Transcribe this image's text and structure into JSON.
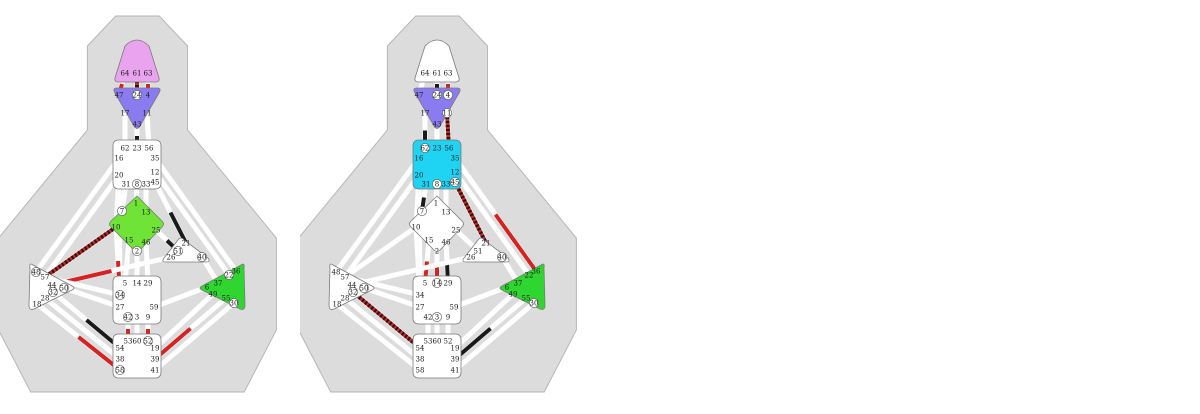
{
  "colors": {
    "background": "#ffffff",
    "silhouette": "#dcdcdc",
    "silhouette_edge": "#b5b5b5",
    "channel_open": "#ffffff",
    "activation_black": "#1a1a1a",
    "activation_red": "#d42323",
    "center_blank": "#ffffff",
    "head_pink": "#e9a3ef",
    "ajna_purple": "#8a7cf0",
    "g_green": "#6fe336",
    "solar_green": "#2fd62f",
    "throat_cyan": "#1fd3f2"
  },
  "charts": [
    {
      "id": "left",
      "center_fills": {
        "head": "head_pink",
        "ajna": "ajna_purple",
        "throat": "center_blank",
        "g": "g_green",
        "heart": "center_blank",
        "spleen": "center_blank",
        "solar": "solar_green",
        "sacral": "center_blank",
        "root": "center_blank"
      },
      "gates": [
        {
          "id": "64",
          "t": "64"
        },
        {
          "id": "61",
          "t": "61"
        },
        {
          "id": "63",
          "t": "63"
        },
        {
          "id": "47",
          "t": "47"
        },
        {
          "id": "24",
          "t": "24",
          "circled": true
        },
        {
          "id": "4",
          "t": "4"
        },
        {
          "id": "17",
          "t": "17"
        },
        {
          "id": "11",
          "t": "11"
        },
        {
          "id": "43",
          "t": "43"
        },
        {
          "id": "62",
          "t": "62"
        },
        {
          "id": "23",
          "t": "23"
        },
        {
          "id": "56",
          "t": "56"
        },
        {
          "id": "16",
          "t": "16"
        },
        {
          "id": "35",
          "t": "35"
        },
        {
          "id": "20",
          "t": "20"
        },
        {
          "id": "12",
          "t": "12"
        },
        {
          "id": "31",
          "t": "31"
        },
        {
          "id": "8",
          "t": "8",
          "circled": true
        },
        {
          "id": "33",
          "t": "33"
        },
        {
          "id": "45",
          "t": "45"
        },
        {
          "id": "1",
          "t": "1"
        },
        {
          "id": "7",
          "t": "7",
          "circled": true
        },
        {
          "id": "13",
          "t": "13"
        },
        {
          "id": "10",
          "t": "10"
        },
        {
          "id": "25",
          "t": "25"
        },
        {
          "id": "15",
          "t": "15"
        },
        {
          "id": "46",
          "t": "46"
        },
        {
          "id": "2",
          "t": "2",
          "circled": true
        },
        {
          "id": "21",
          "t": "21"
        },
        {
          "id": "51",
          "t": "51",
          "circled": true
        },
        {
          "id": "26",
          "t": "26"
        },
        {
          "id": "40",
          "t": "40",
          "circled": true
        },
        {
          "id": "48",
          "t": "48",
          "circled": true
        },
        {
          "id": "57",
          "t": "57"
        },
        {
          "id": "44",
          "t": "44"
        },
        {
          "id": "50",
          "t": "50",
          "circled": true
        },
        {
          "id": "32",
          "t": "32",
          "circled": true
        },
        {
          "id": "28",
          "t": "28"
        },
        {
          "id": "18",
          "t": "18"
        },
        {
          "id": "36",
          "t": "36"
        },
        {
          "id": "22",
          "t": "22",
          "circled": true
        },
        {
          "id": "37",
          "t": "37"
        },
        {
          "id": "6",
          "t": "6"
        },
        {
          "id": "49",
          "t": "49"
        },
        {
          "id": "55",
          "t": "55"
        },
        {
          "id": "30",
          "t": "30",
          "circled": true
        },
        {
          "id": "5",
          "t": "5"
        },
        {
          "id": "14",
          "t": "14"
        },
        {
          "id": "29",
          "t": "29"
        },
        {
          "id": "34",
          "t": "34",
          "circled": true
        },
        {
          "id": "27",
          "t": "27"
        },
        {
          "id": "59",
          "t": "59"
        },
        {
          "id": "42",
          "t": "42",
          "circled": true
        },
        {
          "id": "3",
          "t": "3"
        },
        {
          "id": "9",
          "t": "9"
        },
        {
          "id": "53",
          "t": "53"
        },
        {
          "id": "60",
          "t": "60"
        },
        {
          "id": "52",
          "t": "52",
          "circled": true
        },
        {
          "id": "54",
          "t": "54"
        },
        {
          "id": "19",
          "t": "19"
        },
        {
          "id": "38",
          "t": "38"
        },
        {
          "id": "39",
          "t": "39"
        },
        {
          "id": "58",
          "t": "58",
          "circled": true
        },
        {
          "id": "41",
          "t": "41"
        }
      ],
      "channels": [
        {
          "name": "64-47",
          "activation": "red"
        },
        {
          "name": "61-24",
          "activation": "split"
        },
        {
          "name": "63-4",
          "activation": "red"
        },
        {
          "name": "17-62",
          "activation": "none"
        },
        {
          "name": "43-23",
          "activation": "black"
        },
        {
          "name": "11-56",
          "activation": "none"
        },
        {
          "name": "16-48",
          "activation": "none"
        },
        {
          "name": "20-57",
          "activation": "none"
        },
        {
          "name": "20-34",
          "activation": "none"
        },
        {
          "name": "10-20",
          "activation": "none"
        },
        {
          "name": "31-7",
          "activation": "none"
        },
        {
          "name": "8-1",
          "activation": "none"
        },
        {
          "name": "33-13",
          "activation": "none"
        },
        {
          "name": "45-21",
          "activation": "black"
        },
        {
          "name": "35-36",
          "activation": "none"
        },
        {
          "name": "12-22",
          "activation": "none"
        },
        {
          "name": "10-57",
          "activation": "striped"
        },
        {
          "name": "10-34",
          "activation": "red"
        },
        {
          "name": "25-51",
          "activation": "black"
        },
        {
          "name": "15-5",
          "activation": "none"
        },
        {
          "name": "46-29",
          "activation": "none"
        },
        {
          "name": "2-14",
          "activation": "none"
        },
        {
          "name": "26-44",
          "activation": "red"
        },
        {
          "name": "40-37",
          "activation": "none"
        },
        {
          "name": "27-50",
          "activation": "none"
        },
        {
          "name": "34-57",
          "activation": "none"
        },
        {
          "name": "59-6",
          "activation": "none"
        },
        {
          "name": "42-53",
          "activation": "red"
        },
        {
          "name": "3-60",
          "activation": "none"
        },
        {
          "name": "9-52",
          "activation": "red"
        },
        {
          "name": "32-54",
          "activation": "black"
        },
        {
          "name": "28-38",
          "activation": "none"
        },
        {
          "name": "18-58",
          "activation": "red"
        },
        {
          "name": "30-41",
          "activation": "none"
        },
        {
          "name": "55-39",
          "activation": "red"
        },
        {
          "name": "49-19",
          "activation": "none"
        }
      ]
    },
    {
      "id": "right",
      "center_fills": {
        "head": "center_blank",
        "ajna": "ajna_purple",
        "throat": "throat_cyan",
        "g": "center_blank",
        "heart": "center_blank",
        "spleen": "center_blank",
        "solar": "solar_green",
        "sacral": "center_blank",
        "root": "center_blank"
      },
      "gates": [
        {
          "id": "64",
          "t": "64"
        },
        {
          "id": "61",
          "t": "61"
        },
        {
          "id": "63",
          "t": "63"
        },
        {
          "id": "47",
          "t": "47"
        },
        {
          "id": "24",
          "t": "24",
          "circled": true
        },
        {
          "id": "4",
          "t": "4",
          "circled": true
        },
        {
          "id": "17",
          "t": "17"
        },
        {
          "id": "11",
          "t": "11",
          "circled": true
        },
        {
          "id": "43",
          "t": "43"
        },
        {
          "id": "62",
          "t": "62",
          "circled": true
        },
        {
          "id": "23",
          "t": "23"
        },
        {
          "id": "56",
          "t": "56"
        },
        {
          "id": "16",
          "t": "16"
        },
        {
          "id": "35",
          "t": "35"
        },
        {
          "id": "20",
          "t": "20"
        },
        {
          "id": "12",
          "t": "12"
        },
        {
          "id": "31",
          "t": "31"
        },
        {
          "id": "8",
          "t": "8",
          "circled": true
        },
        {
          "id": "33",
          "t": "33"
        },
        {
          "id": "45",
          "t": "45",
          "circled": true
        },
        {
          "id": "1",
          "t": "1"
        },
        {
          "id": "7",
          "t": "7",
          "circled": true
        },
        {
          "id": "13",
          "t": "13"
        },
        {
          "id": "10",
          "t": "10"
        },
        {
          "id": "25",
          "t": "25"
        },
        {
          "id": "15",
          "t": "15"
        },
        {
          "id": "46",
          "t": "46"
        },
        {
          "id": "2",
          "t": "2"
        },
        {
          "id": "21",
          "t": "21"
        },
        {
          "id": "51",
          "t": "51"
        },
        {
          "id": "26",
          "t": "26"
        },
        {
          "id": "40",
          "t": "40",
          "circled": true
        },
        {
          "id": "48",
          "t": "48"
        },
        {
          "id": "57",
          "t": "57"
        },
        {
          "id": "44",
          "t": "44"
        },
        {
          "id": "50",
          "t": "50",
          "circled": true
        },
        {
          "id": "32",
          "t": "32",
          "circled": true
        },
        {
          "id": "28",
          "t": "28"
        },
        {
          "id": "18",
          "t": "18"
        },
        {
          "id": "36",
          "t": "36"
        },
        {
          "id": "22",
          "t": "22"
        },
        {
          "id": "37",
          "t": "37"
        },
        {
          "id": "6",
          "t": "6"
        },
        {
          "id": "49",
          "t": "49"
        },
        {
          "id": "55",
          "t": "55"
        },
        {
          "id": "30",
          "t": "30",
          "circled": true
        },
        {
          "id": "5",
          "t": "5"
        },
        {
          "id": "14",
          "t": "14",
          "circled": true
        },
        {
          "id": "29",
          "t": "29"
        },
        {
          "id": "34",
          "t": "34"
        },
        {
          "id": "27",
          "t": "27"
        },
        {
          "id": "59",
          "t": "59"
        },
        {
          "id": "42",
          "t": "42"
        },
        {
          "id": "3",
          "t": "3",
          "circled": true
        },
        {
          "id": "9",
          "t": "9"
        },
        {
          "id": "53",
          "t": "53"
        },
        {
          "id": "60",
          "t": "60"
        },
        {
          "id": "52",
          "t": "52"
        },
        {
          "id": "54",
          "t": "54"
        },
        {
          "id": "19",
          "t": "19"
        },
        {
          "id": "38",
          "t": "38"
        },
        {
          "id": "39",
          "t": "39"
        },
        {
          "id": "58",
          "t": "58"
        },
        {
          "id": "41",
          "t": "41"
        }
      ],
      "channels": [
        {
          "name": "64-47",
          "activation": "none"
        },
        {
          "name": "61-24",
          "activation": "black"
        },
        {
          "name": "63-4",
          "activation": "red"
        },
        {
          "name": "17-62",
          "activation": "black"
        },
        {
          "name": "43-23",
          "activation": "none"
        },
        {
          "name": "11-56",
          "activation": "striped"
        },
        {
          "name": "16-48",
          "activation": "none"
        },
        {
          "name": "20-57",
          "activation": "none"
        },
        {
          "name": "20-34",
          "activation": "none"
        },
        {
          "name": "10-20",
          "activation": "none"
        },
        {
          "name": "31-7",
          "activation": "black"
        },
        {
          "name": "8-1",
          "activation": "none"
        },
        {
          "name": "33-13",
          "activation": "none"
        },
        {
          "name": "45-21",
          "activation": "striped"
        },
        {
          "name": "35-36",
          "activation": "red"
        },
        {
          "name": "12-22",
          "activation": "none"
        },
        {
          "name": "10-57",
          "activation": "none"
        },
        {
          "name": "10-34",
          "activation": "none"
        },
        {
          "name": "25-51",
          "activation": "none"
        },
        {
          "name": "15-5",
          "activation": "red"
        },
        {
          "name": "46-29",
          "activation": "black"
        },
        {
          "name": "2-14",
          "activation": "red"
        },
        {
          "name": "26-44",
          "activation": "none"
        },
        {
          "name": "40-37",
          "activation": "none"
        },
        {
          "name": "27-50",
          "activation": "none"
        },
        {
          "name": "34-57",
          "activation": "none"
        },
        {
          "name": "59-6",
          "activation": "none"
        },
        {
          "name": "42-53",
          "activation": "none"
        },
        {
          "name": "3-60",
          "activation": "none"
        },
        {
          "name": "9-52",
          "activation": "none"
        },
        {
          "name": "32-54",
          "activation": "striped"
        },
        {
          "name": "28-38",
          "activation": "none"
        },
        {
          "name": "18-58",
          "activation": "none"
        },
        {
          "name": "30-41",
          "activation": "none"
        },
        {
          "name": "55-39",
          "activation": "black"
        },
        {
          "name": "49-19",
          "activation": "none"
        }
      ]
    }
  ]
}
